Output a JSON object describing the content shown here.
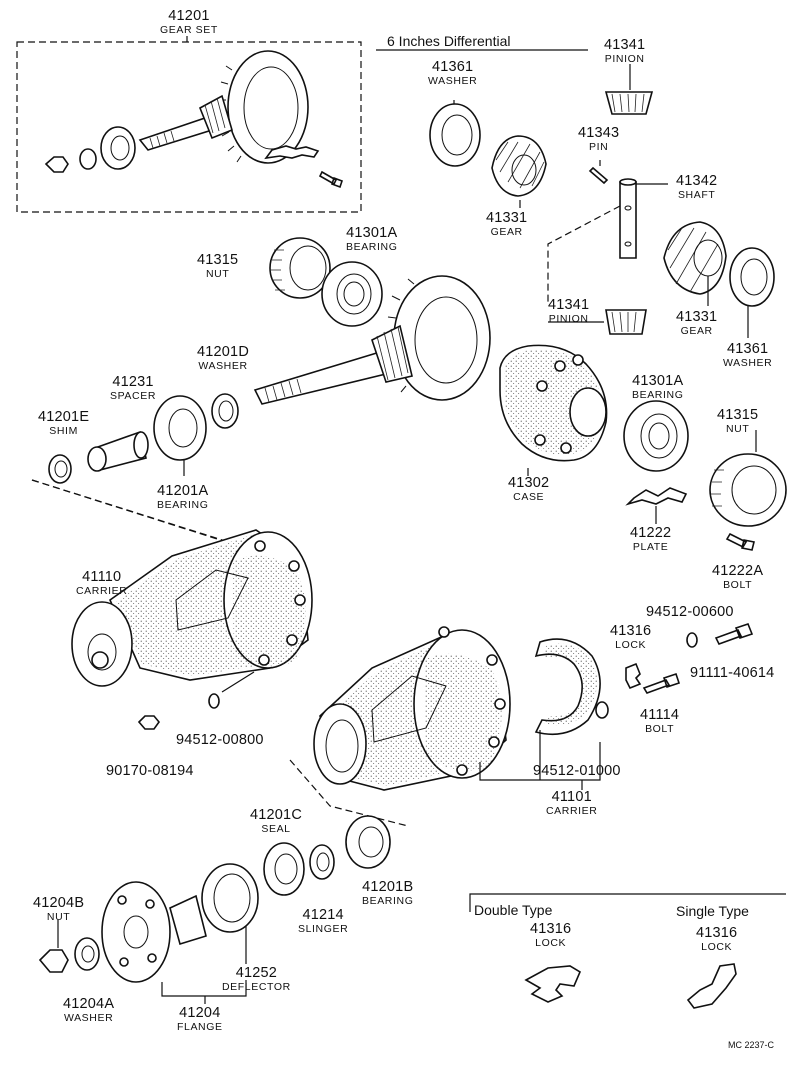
{
  "diagram": {
    "header": "6 Inches  Differential",
    "diagram_code": "MC 2237-C",
    "type_labels": {
      "double": "Double Type",
      "single": "Single Type"
    },
    "parts": [
      {
        "id": "p41201",
        "number": "41201",
        "name": "GEAR SET"
      },
      {
        "id": "p41341a",
        "number": "41341",
        "name": "PINION"
      },
      {
        "id": "p41361a",
        "number": "41361",
        "name": "WASHER"
      },
      {
        "id": "p41343",
        "number": "41343",
        "name": "PIN"
      },
      {
        "id": "p41342",
        "number": "41342",
        "name": "SHAFT"
      },
      {
        "id": "p41331a",
        "number": "41331",
        "name": "GEAR"
      },
      {
        "id": "p41315a",
        "number": "41315",
        "name": "NUT"
      },
      {
        "id": "p41301Aa",
        "number": "41301A",
        "name": "BEARING"
      },
      {
        "id": "p41331b",
        "number": "41331",
        "name": "GEAR"
      },
      {
        "id": "p41361b",
        "number": "41361",
        "name": "WASHER"
      },
      {
        "id": "p41341b",
        "number": "41341",
        "name": "PINION"
      },
      {
        "id": "p41201D",
        "number": "41201D",
        "name": "WASHER"
      },
      {
        "id": "p41231",
        "number": "41231",
        "name": "SPACER"
      },
      {
        "id": "p41201E",
        "number": "41201E",
        "name": "SHIM"
      },
      {
        "id": "p41201A",
        "number": "41201A",
        "name": "BEARING"
      },
      {
        "id": "p41301Ab",
        "number": "41301A",
        "name": "BEARING"
      },
      {
        "id": "p41302",
        "number": "41302",
        "name": "CASE"
      },
      {
        "id": "p41315b",
        "number": "41315",
        "name": "NUT"
      },
      {
        "id": "p41222",
        "number": "41222",
        "name": "PLATE"
      },
      {
        "id": "p41222A",
        "number": "41222A",
        "name": "BOLT"
      },
      {
        "id": "p41110",
        "number": "41110",
        "name": "CARRIER"
      },
      {
        "id": "p94512_600",
        "number": "94512-00600",
        "name": ""
      },
      {
        "id": "p41316a",
        "number": "41316",
        "name": "LOCK"
      },
      {
        "id": "p91111",
        "number": "91111-40614",
        "name": ""
      },
      {
        "id": "p41114",
        "number": "41114",
        "name": "BOLT"
      },
      {
        "id": "p94512_800",
        "number": "94512-00800",
        "name": ""
      },
      {
        "id": "p90170",
        "number": "90170-08194",
        "name": ""
      },
      {
        "id": "p94512_1000",
        "number": "94512-01000",
        "name": ""
      },
      {
        "id": "p41101",
        "number": "41101",
        "name": "CARRIER"
      },
      {
        "id": "p41201C",
        "number": "41201C",
        "name": "SEAL"
      },
      {
        "id": "p41201B",
        "number": "41201B",
        "name": "BEARING"
      },
      {
        "id": "p41214",
        "number": "41214",
        "name": "SLINGER"
      },
      {
        "id": "p41204B",
        "number": "41204B",
        "name": "NUT"
      },
      {
        "id": "p41252",
        "number": "41252",
        "name": "DEFLECTOR"
      },
      {
        "id": "p41204A",
        "number": "41204A",
        "name": "WASHER"
      },
      {
        "id": "p41204",
        "number": "41204",
        "name": "FLANGE"
      },
      {
        "id": "p41316b",
        "number": "41316",
        "name": "LOCK"
      },
      {
        "id": "p41316c",
        "number": "41316",
        "name": "LOCK"
      }
    ]
  }
}
